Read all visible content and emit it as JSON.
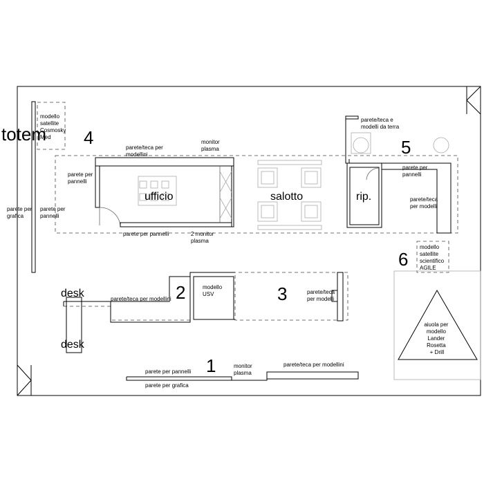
{
  "areas": {
    "a1": "1",
    "a2": "2",
    "a3": "3",
    "a4": "4",
    "a5": "5",
    "a6": "6"
  },
  "rooms": {
    "ufficio": "ufficio",
    "salotto": "salotto",
    "rip": "rip.",
    "totem": "totem",
    "desk_top": "desk",
    "desk_bottom": "desk"
  },
  "labels": {
    "cosmosky": [
      "modello",
      "satellite",
      "Cosmosky",
      "Med"
    ],
    "teca_modellini_4": [
      "parete/teca per",
      "modellini"
    ],
    "monitor_plasma_4": [
      "monitor",
      "plasma"
    ],
    "pannelli_left": [
      "parete per",
      "pannelli"
    ],
    "grafica_left": [
      "parete per",
      "grafica"
    ],
    "pannelli_left2": [
      "parete per",
      "pannelli"
    ],
    "pannelli_bottom_4": "parete per pannelli",
    "monitor_plasma_2": [
      "2 monitor",
      "plasma"
    ],
    "teca_terra": [
      "parete/teca e",
      "modelli da terra"
    ],
    "pannelli_5": [
      "parete per",
      "pannelli"
    ],
    "teca_modelli_5": [
      "parete/teca",
      "per modelli"
    ],
    "agile": [
      "modello",
      "satellite",
      "scientifico",
      "AGILE"
    ],
    "teca_modellini_2": "parete/teca per modellini",
    "usv": [
      "modello",
      "USV"
    ],
    "teca_modelli_3": [
      "parete/teca",
      "per modelli"
    ],
    "aiuola": [
      "aiuola per",
      "modello",
      "Lander",
      "Rosetta",
      "+ Drill"
    ],
    "pannelli_1": "parete per pannelli",
    "monitor_plasma_1": [
      "monitor",
      "plasma"
    ],
    "teca_modellini_1": "parete/teca per modellini",
    "grafica_1": "parete per grafica"
  }
}
